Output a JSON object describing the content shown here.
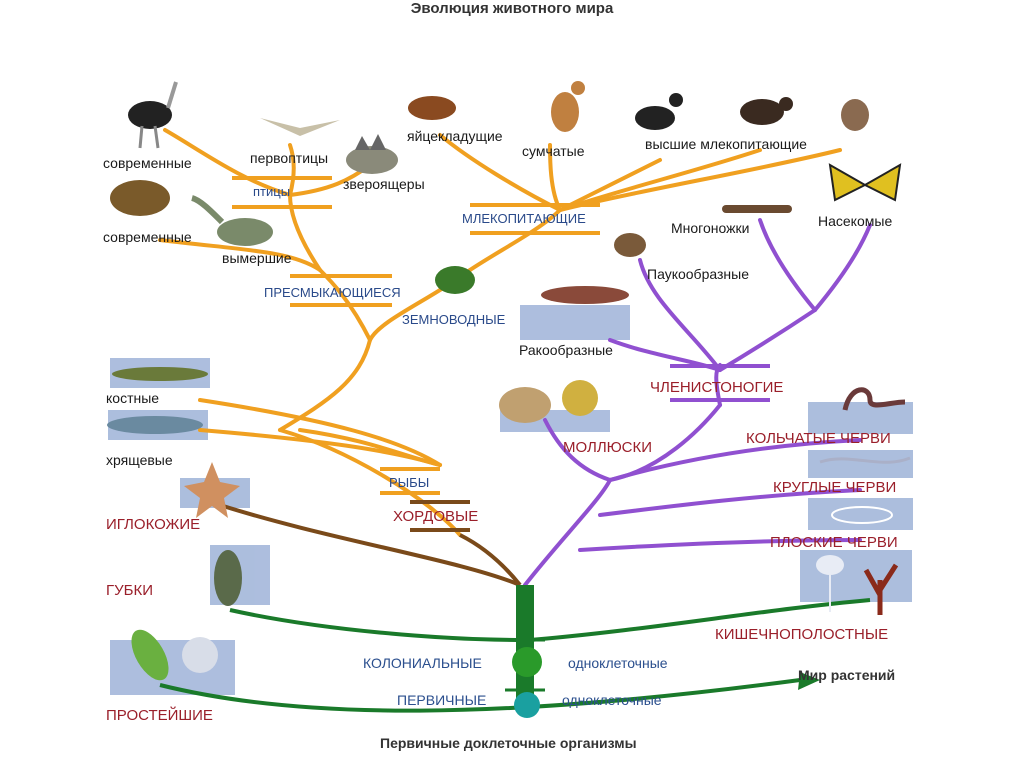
{
  "title": "Эволюция животного мира",
  "labels": {
    "modern_birds": "современные",
    "proto_birds": "первоптицы",
    "birds": "птицы",
    "beast_lizards": "звероящеры",
    "monotremes": "яйцекладущие",
    "marsupials": "сумчатые",
    "placentals": "высшие млекопитающие",
    "modern_reptiles": "современные",
    "extinct": "вымершие",
    "mammals": "МЛЕКОПИТАЮЩИЕ",
    "reptiles": "ПРЕСМЫКАЮЩИЕСЯ",
    "amphibians": "ЗЕМНОВОДНЫЕ",
    "bony": "костные",
    "cartilaginous": "хрящевые",
    "fish": "РЫБЫ",
    "chordates": "ХОРДОВЫЕ",
    "echinoderms": "ИГЛОКОЖИЕ",
    "sponges": "ГУБКИ",
    "protozoa": "ПРОСТЕЙШИЕ",
    "myriapods": "Многоножки",
    "insects": "Насекомые",
    "arachnids": "Паукообразные",
    "crustaceans": "Ракообразные",
    "arthropods": "ЧЛЕНИСТОНОГИЕ",
    "molluscs": "МОЛЛЮСКИ",
    "annelids": "КОЛЬЧАТЫЕ ЧЕРВИ",
    "roundworms": "КРУГЛЫЕ ЧЕРВИ",
    "flatworms": "ПЛОСКИЕ ЧЕРВИ",
    "cnidarians": "КИШЕЧНОПОЛОСТНЫЕ",
    "colonial": "КОЛОНИАЛЬНЫЕ",
    "unicellular1": "одноклеточные",
    "primary": "ПЕРВИЧНЫЕ",
    "unicellular2": "одноклеточные",
    "plant_world": "Мир растений",
    "precellular": "Первичные доклеточные организмы"
  },
  "colors": {
    "chordate_branch": "#f0a020",
    "arthropod_branch": "#9050d0",
    "echinoderm_branch": "#7a4a1a",
    "trunk": "#1a7a2a",
    "red_label": "#9a1f2a",
    "blue_label": "#2b4f8e"
  },
  "icons": [
    "ostrich-icon",
    "pterosaur-icon",
    "stegosaur-icon",
    "platypus-icon",
    "kangaroo-icon",
    "dog-icon",
    "moose-icon",
    "primate-icon",
    "tortoise-icon",
    "dinosaur-icon",
    "frog-icon",
    "pike-icon",
    "shark-icon",
    "starfish-icon",
    "sponge-icon",
    "amoeba-icon",
    "centipede-icon",
    "butterfly-icon",
    "spider-icon",
    "crayfish-icon",
    "snail-icon",
    "earthworm-icon",
    "roundworm-icon",
    "flatworm-icon",
    "jellyfish-icon",
    "coral-icon",
    "colonial-cell-icon",
    "primary-cell-icon"
  ]
}
